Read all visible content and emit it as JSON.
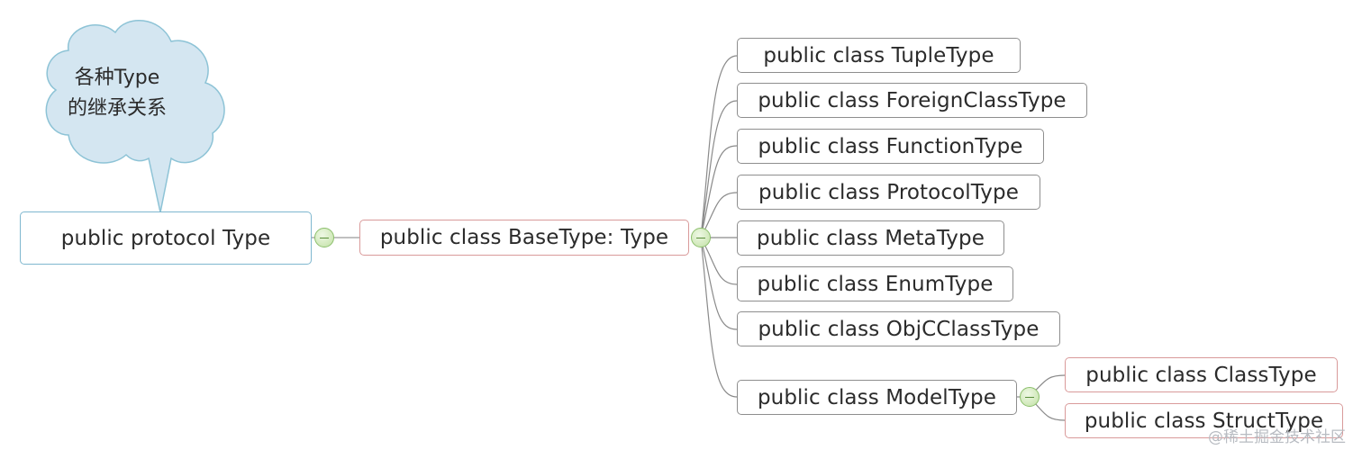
{
  "callout": {
    "line1": "各种Type",
    "line2": "的继承关系"
  },
  "root": {
    "label": "public protocol Type"
  },
  "base": {
    "label": "public class BaseType: Type"
  },
  "children": [
    {
      "label": "public class TupleType"
    },
    {
      "label": "public class ForeignClassType"
    },
    {
      "label": "public class FunctionType"
    },
    {
      "label": "public class ProtocolType"
    },
    {
      "label": "public class MetaType"
    },
    {
      "label": "public class EnumType"
    },
    {
      "label": "public class ObjCClassType"
    },
    {
      "label": "public class ModelType"
    }
  ],
  "grandchildren": [
    {
      "label": "public class ClassType"
    },
    {
      "label": "public class StructType"
    }
  ],
  "watermark": "@稀土掘金技术社区",
  "colors": {
    "root_border": "#7fb7cf",
    "cloud_fill": "#d4e6f1",
    "cloud_stroke": "#8dc3d6",
    "pink_border": "#d99a9a",
    "gray_border": "#8e8e8e",
    "collapse_green": "#b7d99b"
  }
}
